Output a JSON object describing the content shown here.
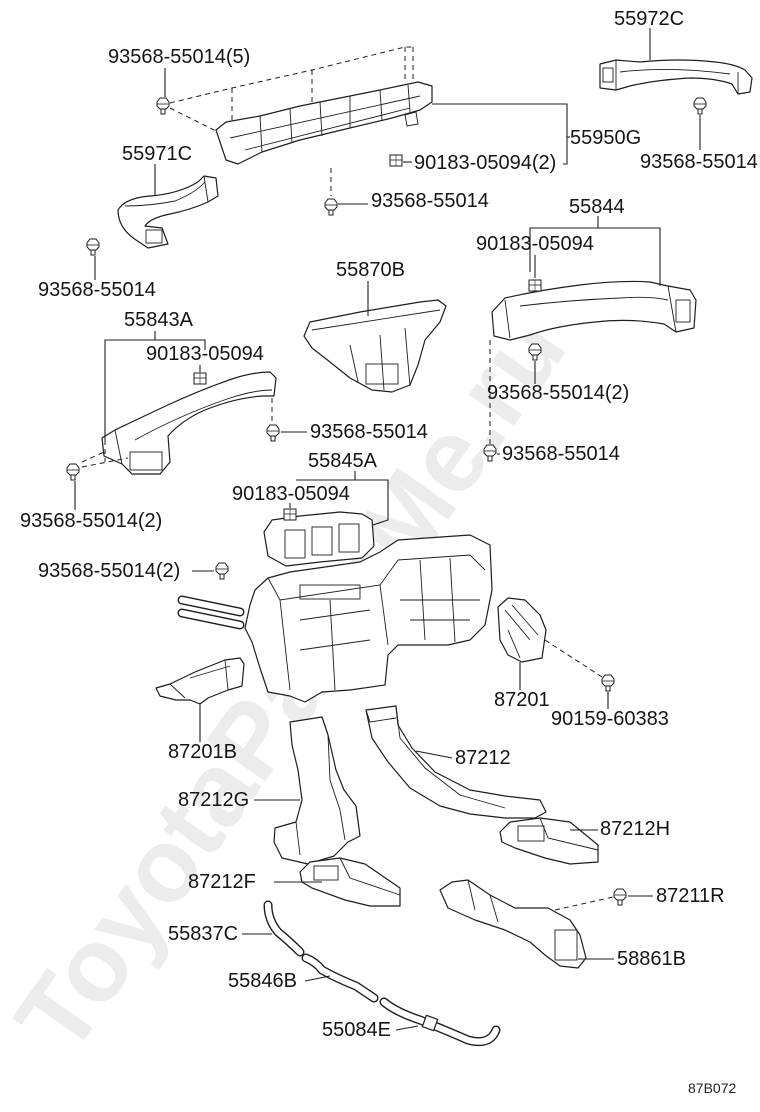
{
  "diagram": {
    "callouts": [
      "55972C",
      "93568-55014(5)",
      "55950G",
      "55971C",
      "90183-05094(2)",
      "93568-55014",
      "93568-55014",
      "55844",
      "90183-05094",
      "55870B",
      "93568-55014",
      "55843A",
      "90183-05094",
      "93568-55014(2)",
      "93568-55014",
      "93568-55014",
      "55845A",
      "90183-05094",
      "93568-55014(2)",
      "93568-55014(2)",
      "87201",
      "90159-60383",
      "87201B",
      "87212",
      "87212G",
      "87212H",
      "87212F",
      "87211R",
      "55837C",
      "58861B",
      "55846B",
      "55084E"
    ],
    "illustration_code": "87B072",
    "watermark": "ToyotaPartsMe.ru"
  }
}
